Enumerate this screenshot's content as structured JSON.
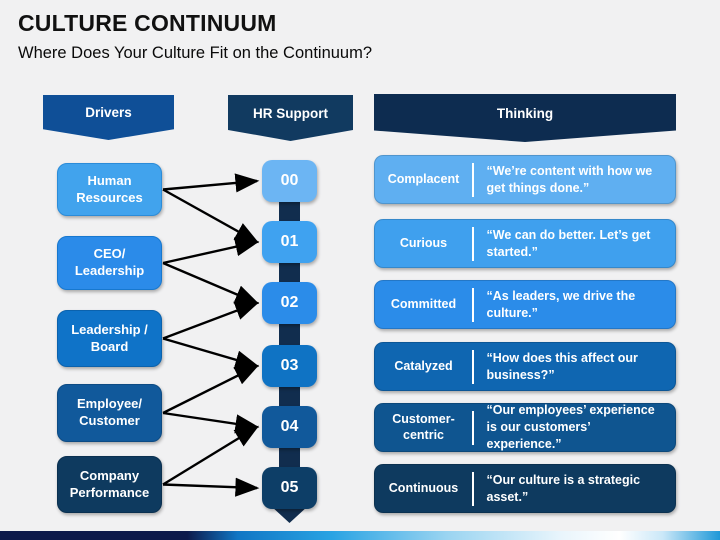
{
  "slide": {
    "title": "CULTURE CONTINUUM",
    "subtitle": "Where Does Your Culture Fit on the Continuum?"
  },
  "headers": {
    "drivers": "Drivers",
    "hr_support": "HR Support",
    "thinking": "Thinking"
  },
  "drivers": {
    "items": [
      {
        "label": "Human Resources",
        "fill": "#41A3ED",
        "border": "#2B8CD9"
      },
      {
        "label": "CEO/ Leadership",
        "fill": "#2B8BE9",
        "border": "#1778CF"
      },
      {
        "label": "Leadership / Board",
        "fill": "#0F73C8",
        "border": "#0B62AD"
      },
      {
        "label": "Employee/ Customer",
        "fill": "#11599B",
        "border": "#0D4B84"
      },
      {
        "label": "Company Performance",
        "fill": "#0E3A5F",
        "border": "#0A3050"
      }
    ]
  },
  "hr_support": {
    "levels": [
      {
        "num": "00",
        "fill": "#6CB5F3"
      },
      {
        "num": "01",
        "fill": "#3FA2F0"
      },
      {
        "num": "02",
        "fill": "#2B8CE9"
      },
      {
        "num": "03",
        "fill": "#0F73C4"
      },
      {
        "num": "04",
        "fill": "#11599B"
      },
      {
        "num": "05",
        "fill": "#0D3E67"
      }
    ],
    "connector_color": "#112D4E"
  },
  "thinking": {
    "rows": [
      {
        "label": "Complacent",
        "quote": "“We’re content with how we get things done.”",
        "fill": "#5FAFF1"
      },
      {
        "label": "Curious",
        "quote": "“We can do better. Let’s get started.”",
        "fill": "#3FA0EE"
      },
      {
        "label": "Committed",
        "quote": "“As leaders, we drive the culture.”",
        "fill": "#2B8CE9"
      },
      {
        "label": "Catalyzed",
        "quote": "“How does this affect our business?”",
        "fill": "#0F66B1"
      },
      {
        "label": "Customer- centric",
        "quote": "“Our employees’ experience is our customers’ experience.”",
        "fill": "#0F5590"
      },
      {
        "label": "Continuous",
        "quote": "“Our culture is a strategic asset.”",
        "fill": "#0E3A5F"
      }
    ]
  },
  "connections": [
    {
      "from": 0,
      "to": [
        0,
        1
      ]
    },
    {
      "from": 1,
      "to": [
        1,
        2
      ]
    },
    {
      "from": 2,
      "to": [
        2,
        3
      ]
    },
    {
      "from": 3,
      "to": [
        3,
        4
      ]
    },
    {
      "from": 4,
      "to": [
        4,
        5
      ]
    }
  ],
  "colors": {
    "header_drivers": "#0F4F97",
    "header_hr": "#113A60",
    "header_thinking": "#0D2C50",
    "arrow": "#000000"
  },
  "footer": {
    "stops": [
      "#0D1A4B 0%",
      "#0D1A4B 26%",
      "#1176C4 33%",
      "#29A3E3 46%",
      "#9AD4F1 62%",
      "#E9F5FC 78%",
      "#FFFFFF 86%",
      "#CBE8F8 92%",
      "#1E98D8 100%"
    ]
  }
}
